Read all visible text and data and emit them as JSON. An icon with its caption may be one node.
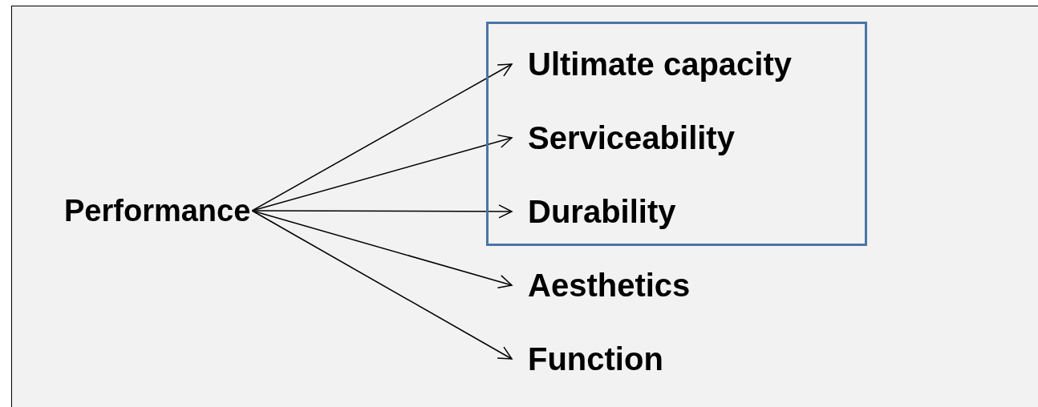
{
  "diagram": {
    "nodes": [
      {
        "text": [
          "Performance"
        ]
      },
      {
        "text": [],
        "shape": "box"
      },
      {
        "text": [
          "Ultimate capacity"
        ],
        "in": 1
      },
      {
        "text": [
          "Serviceability"
        ],
        "in": 1
      },
      {
        "text": [
          "Durability"
        ],
        "in": 1
      },
      {
        "text": [
          "Aesthetics"
        ]
      },
      {
        "text": [
          "Function"
        ]
      }
    ],
    "edges": [
      {
        "from": 0,
        "to": 2,
        "arrow": "to"
      },
      {
        "from": 0,
        "to": 3,
        "arrow": "to"
      },
      {
        "from": 0,
        "to": 4,
        "arrow": "to"
      },
      {
        "from": 0,
        "to": 5,
        "arrow": "to"
      },
      {
        "from": 0,
        "to": 6,
        "arrow": "to"
      }
    ]
  }
}
